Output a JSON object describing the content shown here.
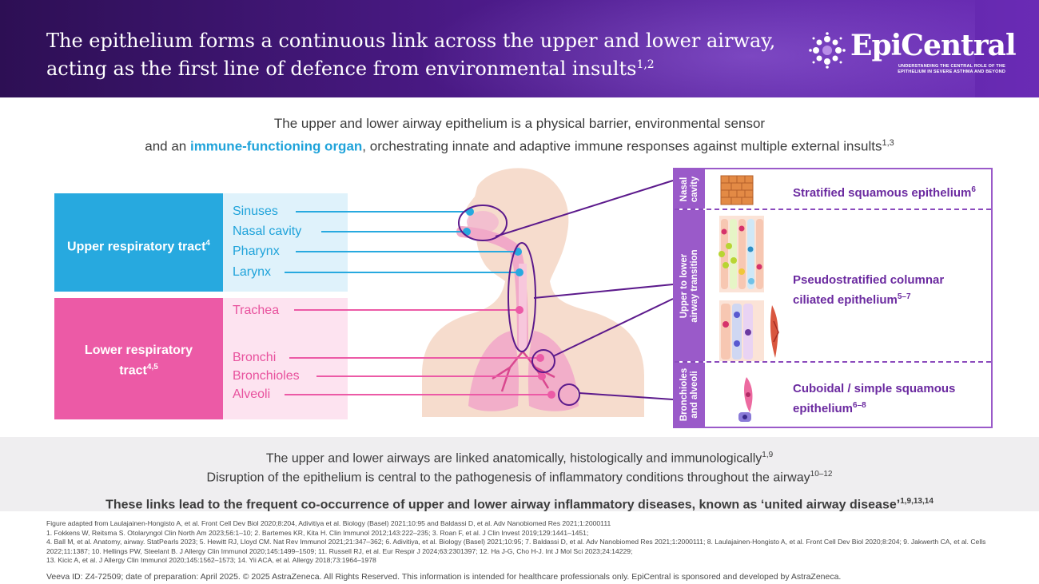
{
  "header": {
    "title_line1": "The epithelium forms a continuous link across the upper and lower airway,",
    "title_line2": "acting as the first line of defence from environmental insults",
    "title_sup": "1,2",
    "logo_text": "EpiCentral",
    "logo_sub_line1": "UNDERSTANDING THE CENTRAL ROLE OF THE",
    "logo_sub_line2": "EPITHELIUM IN SEVERE ASTHMA AND BEYOND"
  },
  "intro": {
    "line1": "The upper and lower airway epithelium is a physical barrier, environmental sensor",
    "line2_pre": "and an ",
    "line2_highlight": "immune-functioning organ",
    "line2_post": ", orchestrating innate and adaptive immune responses against multiple external insults",
    "line2_sup": "1,3"
  },
  "upper_tract": {
    "label": "Upper respiratory tract",
    "sup": "4",
    "items": [
      "Sinuses",
      "Nasal cavity",
      "Pharynx",
      "Larynx"
    ]
  },
  "lower_tract": {
    "label_line1": "Lower respiratory",
    "label_line2": "tract",
    "sup": "4,5",
    "items": [
      "Trachea",
      "Bronchi",
      "Bronchioles",
      "Alveoli"
    ]
  },
  "panel": {
    "sections": [
      {
        "strip": "Nasal cavity",
        "strip_lines": [
          "Nasal",
          "cavity"
        ],
        "label_lines": [
          "Stratified squamous epithelium"
        ],
        "sup": "6"
      },
      {
        "strip": "Upper to lower airway transition",
        "strip_lines": [
          "Upper to lower",
          "airway transition"
        ],
        "label_lines": [
          "Pseudostratified columnar",
          "ciliated epithelium"
        ],
        "sup": "5–7"
      },
      {
        "strip": "Bronchioles and alveoli",
        "strip_lines": [
          "Bronchioles",
          "and alveoli"
        ],
        "label_lines": [
          "Cuboidal / simple squamous",
          "epithelium"
        ],
        "sup": "6–8"
      }
    ]
  },
  "summary": {
    "line1": "The upper and lower airways are linked anatomically, histologically and immunologically",
    "line1_sup": "1,9",
    "line2": "Disruption of the epithelium is central to the pathogenesis of inflammatory conditions throughout the airway",
    "line2_sup": "10–12",
    "line3": "These links lead to the frequent co-occurrence of upper and lower airway inflammatory diseases, known as ‘united airway disease’",
    "line3_sup": "1,9,13,14"
  },
  "references": [
    "Figure adapted from Laulajainen-Hongisto A, et al. Front Cell Dev Biol 2020;8:204, Adivitiya et al. Biology (Basel) 2021;10:95 and Baldassi D, et al. Adv Nanobiomed Res 2021;1:2000111",
    "1. Fokkens W, Reitsma S. Otolaryngol Clin North Am 2023;56:1–10; 2. Bartemes KR, Kita H. Clin Immunol 2012;143:222–235; 3. Roan F, et al. J Clin Invest 2019;129:1441–1451;",
    "4. Ball M, et al. Anatomy, airway. StatPearls 2023; 5. Hewitt RJ, Lloyd CM. Nat Rev Immunol 2021;21:347–362; 6. Adivitiya, et al. Biology (Basel) 2021;10:95; 7. Baldassi D, et al. Adv Nanobiomed Res 2021;1:2000111; 8. Laulajainen-Hongisto A, et al. Front Cell Dev Biol 2020;8:204; 9. Jakwerth CA, et al. Cells 2022;11:1387; 10. Hellings PW, Steelant B. J Allergy Clin Immunol 2020;145:1499–1509; 11. Russell RJ, et al. Eur Respir J 2024;63:2301397; 12. Ha J-G, Cho H-J. Int J Mol Sci 2023;24:14229;",
    "13. Kicic A, et al. J Allergy Clin Immunol 2020;145:1562–1573; 14. Yii ACA, et al. Allergy 2018;73:1964–1978"
  ],
  "footer": "Veeva ID: Z4-72509; date of preparation: April 2025. © 2025 AstraZeneca. All Rights Reserved. This information is intended for healthcare professionals only. EpiCentral is sponsored and developed by AstraZeneca.",
  "colors": {
    "header": "#4b1a87",
    "upper": "#27a9df",
    "lower": "#ec5aa6",
    "panel": "#9a5ac9",
    "highlight": "#1fa3da"
  }
}
